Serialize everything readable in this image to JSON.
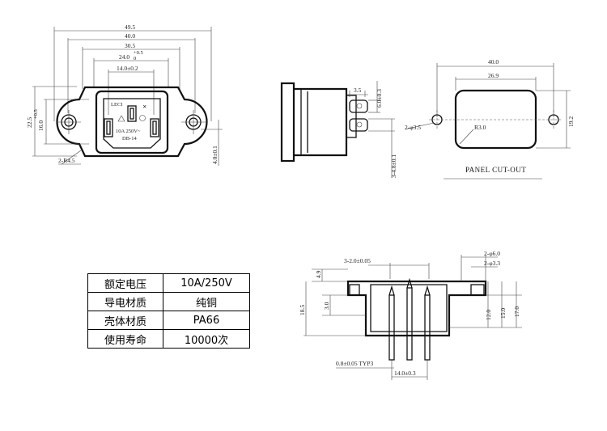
{
  "front_view": {
    "dims_top": [
      "49.5",
      "40.0",
      "30.5",
      "24.0",
      "14.0±0.2"
    ],
    "tol_24": "+0.5",
    "tol_24_b": "0",
    "dim_left_outer": "22.5",
    "dim_left_inner": "16.0",
    "tol_16": "+0.5",
    "tol_16_b": "0",
    "dim_right": "4.0±0.1",
    "radius": "2-R4.5",
    "marking_brand": "LECI",
    "marking_rating": "10A 250V~",
    "marking_model": "DB-14"
  },
  "side_view": {
    "dim_tab_width": "3.5",
    "dim_tab_height": "6.0±0.3",
    "dim_pin": "3-4.8±0.1"
  },
  "panel_cutout": {
    "dim_width_outer": "40.0",
    "dim_width_inner": "26.9",
    "dim_height": "19.2",
    "hole": "2-φ3.5",
    "corner": "R3.0",
    "caption": "PANEL CUT-OUT"
  },
  "bottom_view": {
    "dim_holes": "3-2.0±0.05",
    "dim_right_1": "2-φ6.0",
    "dim_right_2": "2-φ3.3",
    "dim_left_1": "4.9",
    "dim_left_2": "3.0",
    "dim_left_3": "18.5",
    "dim_v1": "12.0",
    "dim_v2": "15.0",
    "dim_v3": "17.0",
    "dim_pin_thick": "0.8±0.05 TYP3",
    "dim_pin_pitch": "14.0±0.3"
  },
  "spec_table": {
    "rows": [
      {
        "label": "额定电压",
        "value": "10A/250V"
      },
      {
        "label": "导电材质",
        "value": "纯铜"
      },
      {
        "label": "壳体材质",
        "value": "PA66"
      },
      {
        "label": "使用寿命",
        "value": "10000次"
      }
    ]
  }
}
